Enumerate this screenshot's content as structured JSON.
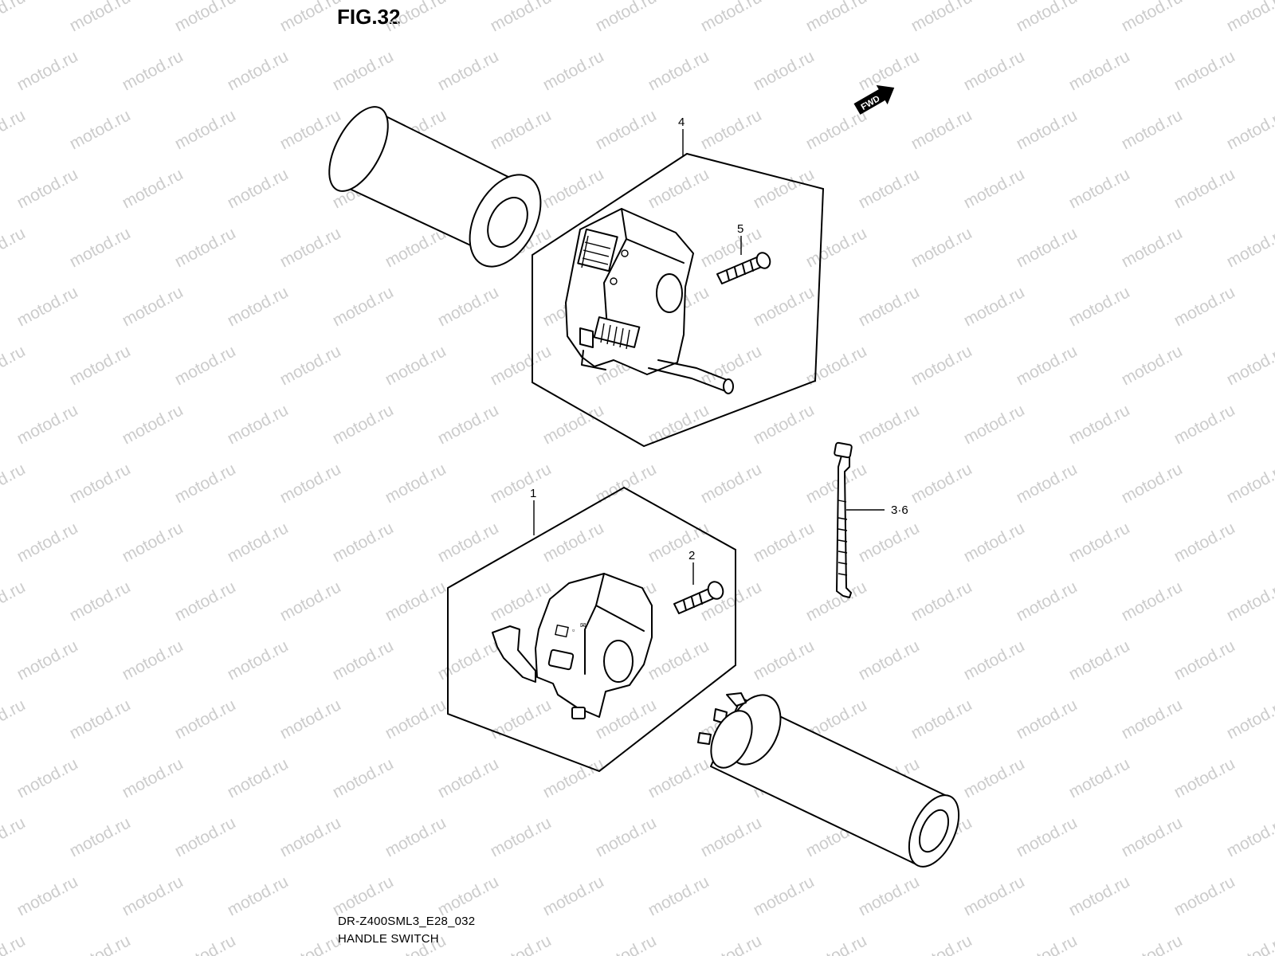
{
  "figure": {
    "title": "FIG.32",
    "model_code": "DR-Z400SML3_E28_032",
    "caption": "HANDLE SWITCH"
  },
  "orientation_badge": "FWD",
  "watermark": "motod.ru",
  "callouts": {
    "switch_left": "4",
    "screw_left": "5",
    "switch_right": "1",
    "screw_right": "2",
    "clamp": "3·6"
  },
  "colors": {
    "line": "#000000",
    "watermark": "#cccccc",
    "background": "#ffffff"
  }
}
